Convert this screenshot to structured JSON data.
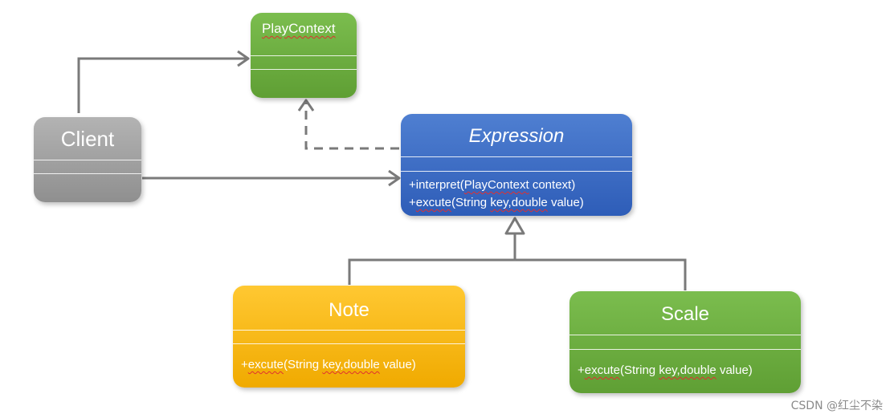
{
  "classes": {
    "playcontext": {
      "name": "PlayContext"
    },
    "client": {
      "name": "Client"
    },
    "expression": {
      "name": "Expression",
      "methods": [
        {
          "prefix": "+interpret(",
          "underlined": "PlayContext",
          "suffix": " context)"
        },
        {
          "prefix": "+",
          "underlined": "excute",
          "middle": "(String ",
          "underlined2": "key,double",
          "suffix": " value)"
        }
      ]
    },
    "note": {
      "name": "Note",
      "methods": [
        {
          "prefix": "+",
          "underlined": "excute",
          "middle": "(String ",
          "underlined2": "key,double",
          "suffix": " value)"
        }
      ]
    },
    "scale": {
      "name": "Scale",
      "methods": [
        {
          "prefix": "+",
          "underlined": "excute",
          "middle": "(String ",
          "underlined2": "key,double",
          "suffix": " value)"
        }
      ]
    }
  },
  "watermark": "CSDN @红尘不染",
  "colors": {
    "connector": "#7a7a7a",
    "playcontext": "#6aad3f",
    "client": "#9e9e9e",
    "expression": "#3b69c4",
    "note": "#f7b81a",
    "scale": "#6aad3f"
  }
}
